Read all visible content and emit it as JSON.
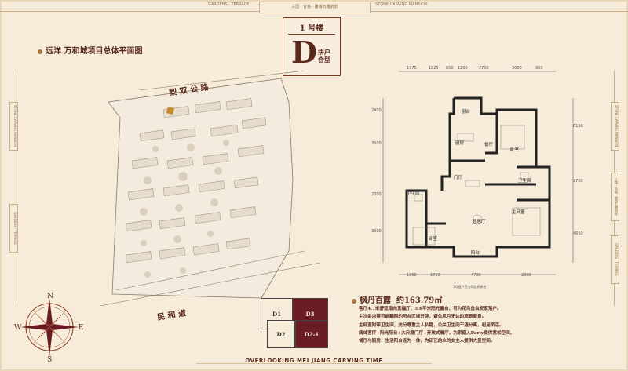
{
  "header": {
    "left_text": "GARDENS · TERRACE",
    "center_text": "三国 · 合格 · 雕版石雕府邸",
    "right_text": "STONE CARVING MANSION"
  },
  "building": {
    "number_label": "1 号楼",
    "type_letter": "D",
    "type_name": "拼户合型"
  },
  "siteplan": {
    "title": "远洋 万和城项目总体平面图",
    "road_north": "梨 双 公 路",
    "road_south": "民 和 道"
  },
  "compass": {
    "north": "N",
    "south": "S",
    "east": "E",
    "west": "W"
  },
  "floorplan": {
    "top_dims": [
      "1775",
      "1825",
      "650",
      "1200",
      "2700",
      "3000",
      "900"
    ],
    "bottom_dims": [
      "1850",
      "1750",
      "4700",
      "2300"
    ],
    "left_dims": [
      "2400",
      "3500",
      "2700",
      "3900"
    ],
    "right_dims": [
      "6150",
      "2700",
      "4650"
    ],
    "rooms": {
      "kitchen_balcony": "厨台",
      "kitchen": "厨房",
      "dining": "餐厅",
      "bedroom_north": "卧室",
      "foyer": "门厅",
      "bath_left": "卫生间",
      "bath_right": "卫生间",
      "living": "起居厅",
      "master": "主卧室",
      "bedroom_sw": "卧室",
      "balcony": "阳台"
    },
    "note": "1号楼户型为同比例参考"
  },
  "minimap": {
    "cells": [
      "D1",
      "D3",
      "D2",
      "D2-1"
    ],
    "highlight_color": "#6b1b24"
  },
  "unit": {
    "name": "枫丹百露",
    "area": "约163.79㎡"
  },
  "description": [
    "客厅4.7米舒适南向宽幅厅，5.6平米阳光露台，可为花鸟鱼虫安家落户。",
    "主次卧均带可能翻照的阳台区域开辟，避免风月无边的观景窗景。",
    "主卧室附带卫生间，充分尊重主人私隐，公共卫生间干湿分离，利用灵活。",
    "阔绰客厅+阳光阳台+大尺度门厅+开放式餐厅，为家庭入Party提供宽松空间。",
    "餐厅与厨房，生活阳台连为一体，为研艺的众的女主人提供大显空间。"
  ],
  "footer": "OVERLOOKING MEI JIANG CARVING TIME",
  "colors": {
    "accent": "#5a2a1e",
    "background": "#f6ecd9",
    "gold": "#a4753a"
  }
}
